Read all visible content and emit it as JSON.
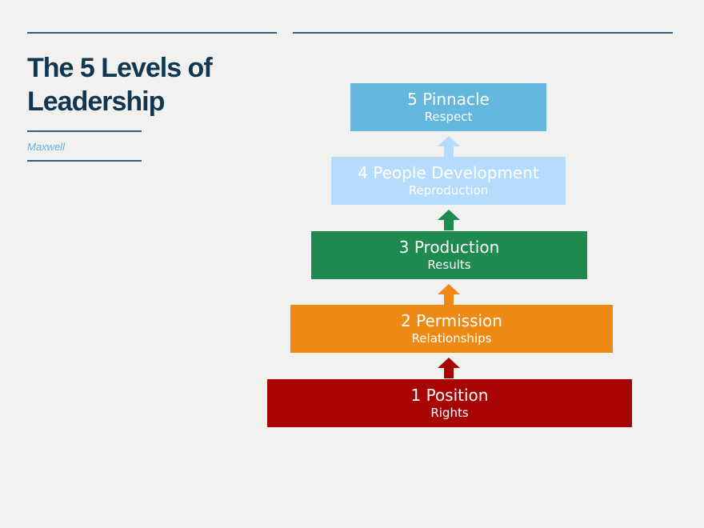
{
  "title": "The 5 Levels of Leadership",
  "subtitle": "Maxwell",
  "levels": [
    {
      "title": "5 Pinnacle",
      "subtitle": "Respect",
      "color": "#64b8de"
    },
    {
      "title": "4 People Development",
      "subtitle": "Reproduction",
      "color": "#b5dcfc"
    },
    {
      "title": "3 Production",
      "subtitle": "Results",
      "color": "#1e8a4f"
    },
    {
      "title": "2 Permission",
      "subtitle": "Relationships",
      "color": "#ee8914"
    },
    {
      "title": "1 Position",
      "subtitle": "Rights",
      "color": "#a90405"
    }
  ]
}
